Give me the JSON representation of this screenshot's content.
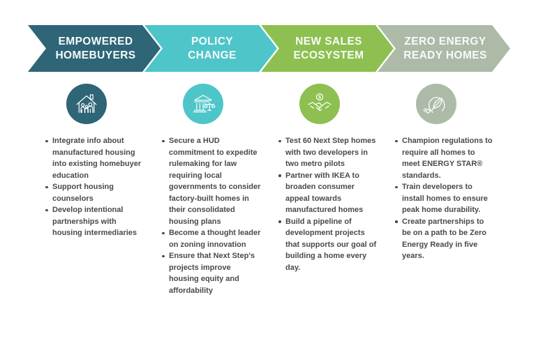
{
  "background": "#ffffff",
  "text_color": "#4a4a4a",
  "columns": [
    {
      "title": "EMPOWERED HOMEBUYERS",
      "color": "#2e6577",
      "icon": "house-family-icon",
      "bullets": [
        "Integrate info about manufactured housing into existing homebuyer education",
        "Support housing counselors",
        "Develop intentional partnerships with housing intermediaries"
      ]
    },
    {
      "title": "POLICY CHANGE",
      "color": "#4ec5c9",
      "icon": "bank-scales-icon",
      "bullets": [
        "Secure a HUD commitment to expedite rulemaking for law requiring local governments to consider factory-built homes in their consolidated housing plans",
        "Become a thought leader on zoning innovation",
        "Ensure that Next Step's projects improve housing equity and affordability"
      ]
    },
    {
      "title": "NEW SALES ECOSYSTEM",
      "color": "#8dc051",
      "icon": "handshake-dollar-icon",
      "bullets": [
        "Test 60 Next Step homes with two developers in two metro pilots",
        "Partner with IKEA to broaden consumer appeal towards manufactured homes",
        "Build a pipeline of development projects that supports our goal of building a home every day."
      ]
    },
    {
      "title": "ZERO ENERGY READY HOMES",
      "color": "#adbaa7",
      "icon": "leaf-plug-icon",
      "bullets": [
        "Champion regulations to require all homes to meet ENERGY STAR® standards.",
        "Train developers to install homes to ensure peak home durability.",
        "Create partnerships to be on a path to be Zero Energy Ready in five years."
      ]
    }
  ]
}
